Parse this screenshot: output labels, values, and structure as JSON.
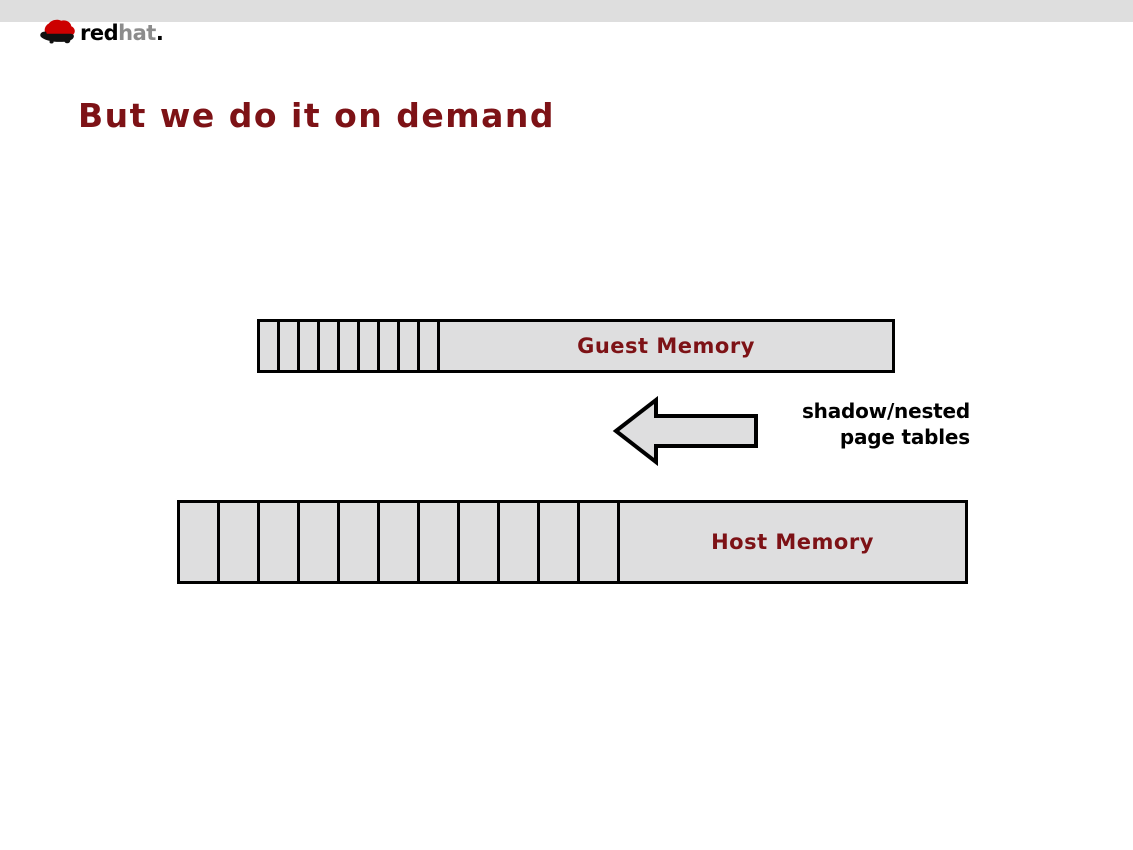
{
  "header": {
    "band_color": "#dedede"
  },
  "brand": {
    "logo_icon": "redhat-shadowman-icon",
    "word_red": "red",
    "word_hat": "hat",
    "word_dot": ".",
    "red_color": "#cc0000",
    "text_color": "#000000",
    "hat_color": "#8c8c8c"
  },
  "slide": {
    "title": "But we do it on demand",
    "title_color": "#7d1216"
  },
  "diagram": {
    "guest_bar": {
      "label": "Guest Memory",
      "cell_count": 9,
      "fill_color": "#dededf",
      "stroke_color": "#000000",
      "label_color": "#7d1216"
    },
    "host_bar": {
      "label": "Host Memory",
      "cell_count": 11,
      "fill_color": "#dededf",
      "stroke_color": "#000000",
      "label_color": "#7d1216"
    },
    "arrow": {
      "icon": "left-arrow-icon",
      "direction": "left",
      "fill_color": "#dededf",
      "stroke_color": "#000000"
    },
    "caption": {
      "line1": "shadow/nested",
      "line2": "page tables",
      "color": "#000000"
    }
  }
}
